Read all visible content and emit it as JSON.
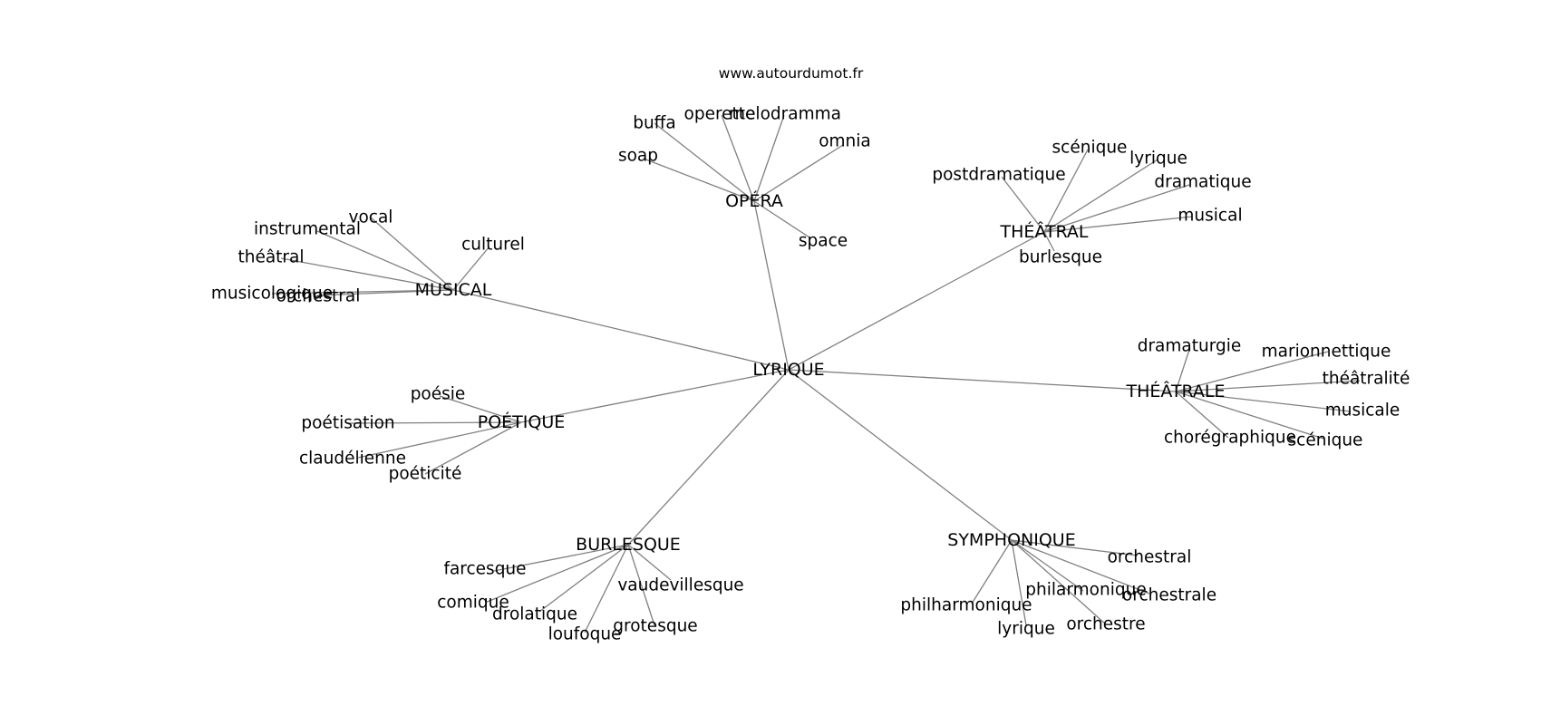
{
  "site": "www.autourdumot.fr",
  "center": "LYRIQUE",
  "clusters": [
    {
      "hub": "OPÉRA",
      "words": [
        "buffa",
        "operette",
        "melodramma",
        "omnia",
        "soap",
        "space"
      ]
    },
    {
      "hub": "THÉÂTRAL",
      "words": [
        "scénique",
        "lyrique",
        "postdramatique",
        "dramatique",
        "musical",
        "burlesque"
      ]
    },
    {
      "hub": "MUSICAL",
      "words": [
        "vocal",
        "instrumental",
        "culturel",
        "théâtral",
        "musicologique",
        "orchestral"
      ]
    },
    {
      "hub": "THÉÂTRALE",
      "words": [
        "dramaturgie",
        "marionnettique",
        "théâtralité",
        "musicale",
        "chorégraphique",
        "scénique"
      ]
    },
    {
      "hub": "POÉTIQUE",
      "words": [
        "poésie",
        "poétisation",
        "claudélienne",
        "poéticité"
      ]
    },
    {
      "hub": "BURLESQUE",
      "words": [
        "farcesque",
        "vaudevillesque",
        "comique",
        "drolatique",
        "loufoque",
        "grotesque"
      ]
    },
    {
      "hub": "SYMPHONIQUE",
      "words": [
        "orchestral",
        "philarmonique",
        "orchestrale",
        "philharmonique",
        "lyrique",
        "orchestre"
      ]
    }
  ]
}
